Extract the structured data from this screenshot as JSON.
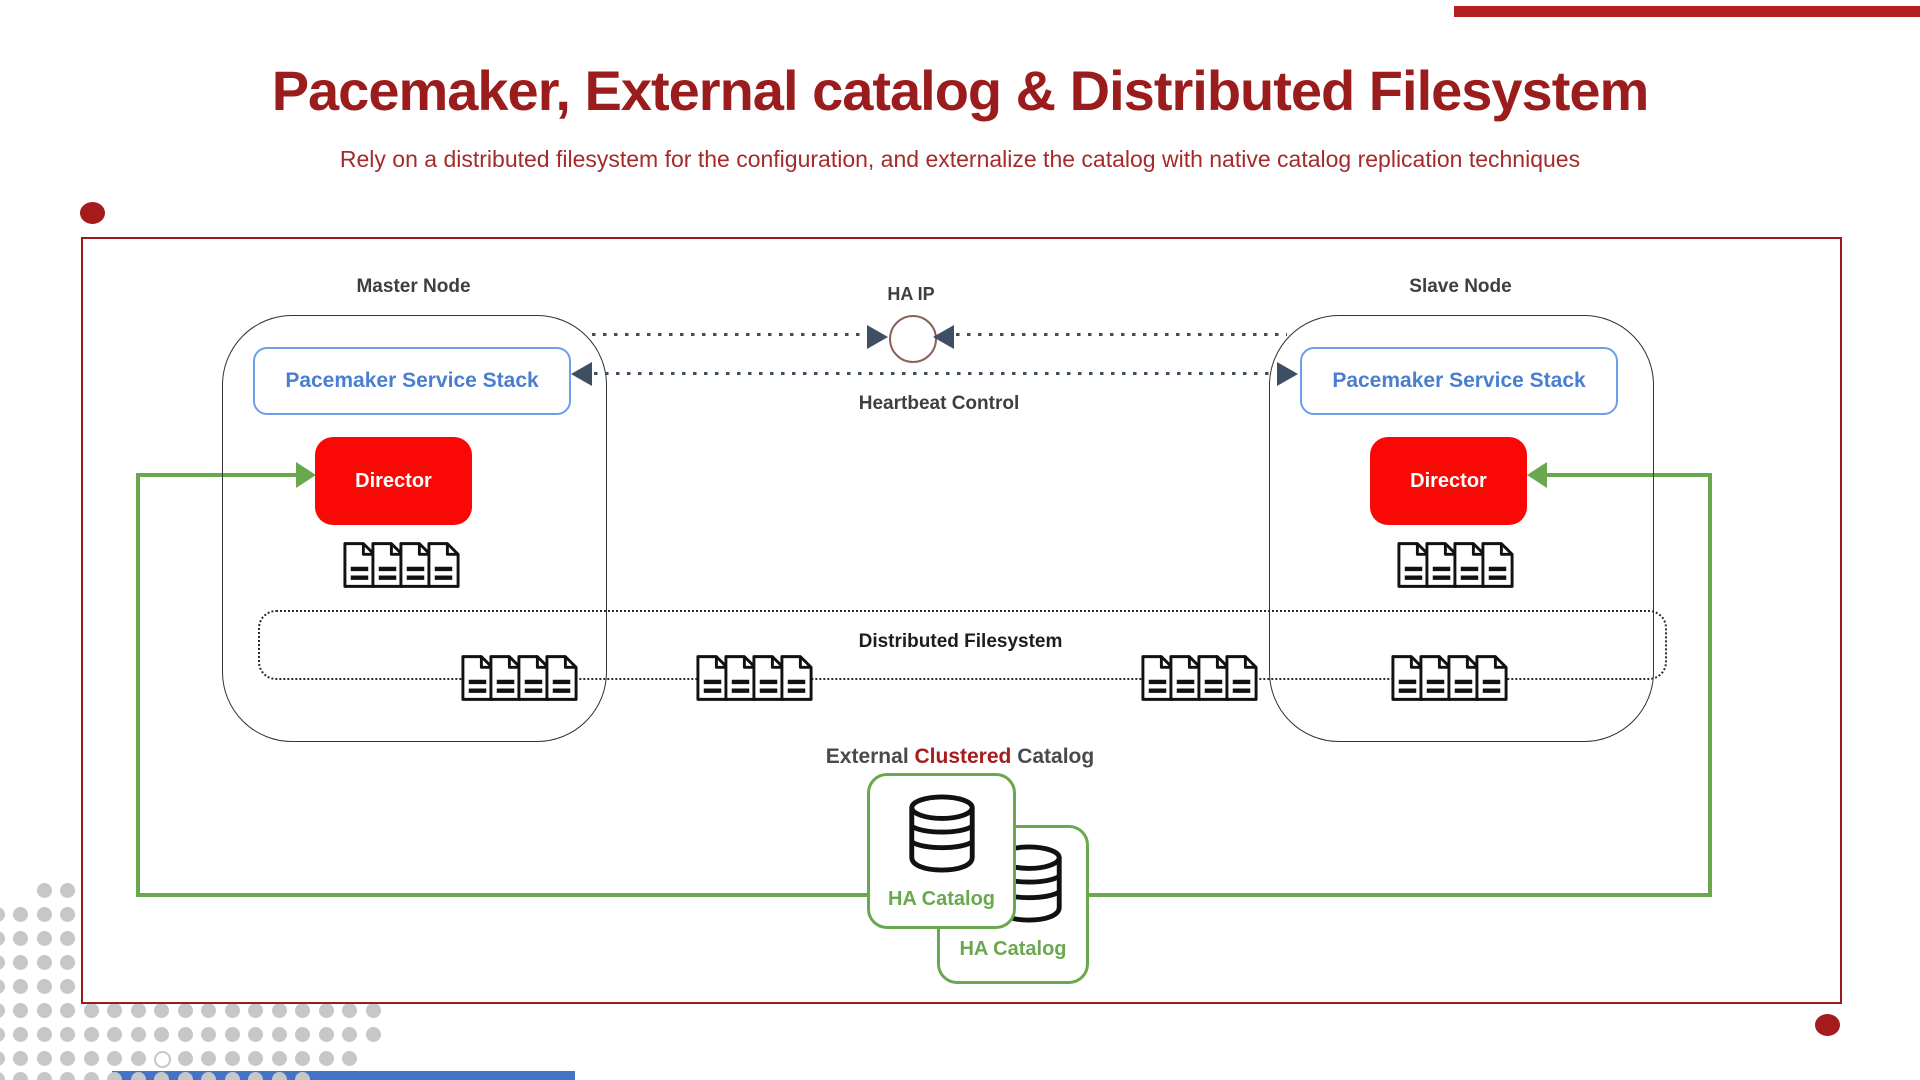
{
  "slide": {
    "title": "Pacemaker, External catalog & Distributed Filesystem",
    "subtitle": "Rely on a distributed filesystem for the configuration, and externalize the catalog with native catalog replication techniques"
  },
  "diagram": {
    "master_node": {
      "label": "Master Node",
      "pacemaker_label": "Pacemaker Service Stack",
      "director_label": "Director"
    },
    "slave_node": {
      "label": "Slave Node",
      "pacemaker_label": "Pacemaker Service Stack",
      "director_label": "Director"
    },
    "ha_ip_label": "HA IP",
    "heartbeat_label": "Heartbeat Control",
    "filesystem_label": "Distributed Filesystem",
    "external_catalog": {
      "prefix": "External ",
      "highlight": "Clustered",
      "suffix": " Catalog"
    },
    "ha_catalog_front": {
      "label": "HA Catalog"
    },
    "ha_catalog_back": {
      "label": "HA Catalog"
    }
  },
  "colors": {
    "title_red": "#9b1c1c",
    "subtitle_red": "#a52a2a",
    "frame_border_red": "#9b1b1b",
    "director_red": "#f90805",
    "pacemaker_text_blue": "#4a7fd0",
    "pacemaker_border_blue": "#6d9eeb",
    "replication_green": "#6aa84f",
    "heartbeat_navy": "#3f4f63",
    "label_gray": "#3f3f3f",
    "ha_ip_circle_brown": "#8a625a",
    "top_bar_red": "#b3201f",
    "bottom_bar_blue": "#4472c4",
    "pattern_dot_gray": "#c7c7c7"
  }
}
